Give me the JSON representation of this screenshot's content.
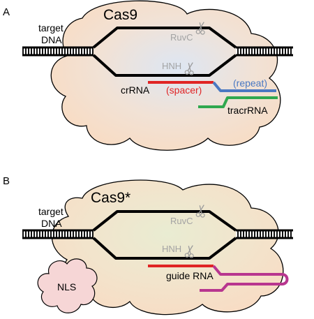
{
  "panel_a": {
    "letter": "A",
    "protein": "Cas9",
    "dna_label": [
      "target",
      "DNA"
    ],
    "ruvc": "RuvC",
    "hnh": "HNH",
    "crrna": "crRNA",
    "spacer": "(spacer)",
    "repeat": "(repeat)",
    "tracrrna": "tracrRNA"
  },
  "panel_b": {
    "letter": "B",
    "protein": "Cas9*",
    "dna_label": [
      "target",
      "DNA"
    ],
    "ruvc": "RuvC",
    "hnh": "HNH",
    "guide_rna": "guide RNA",
    "nls": "NLS"
  },
  "colors": {
    "protein_outline": "#000000",
    "protein_fill_warm": "#f8dcc4",
    "protein_fill_cool_a": "#dde6f3",
    "protein_fill_cool_b": "#e9ecd2",
    "nls_fill": "#f6d6d6",
    "spacer_red": "#e02424",
    "repeat_blue": "#4a78c2",
    "tracr_green": "#2fa84f",
    "guide_magenta": "#b8368f",
    "domain_gray": "#a3a3a3"
  },
  "icons": [
    "scissors-icon"
  ]
}
